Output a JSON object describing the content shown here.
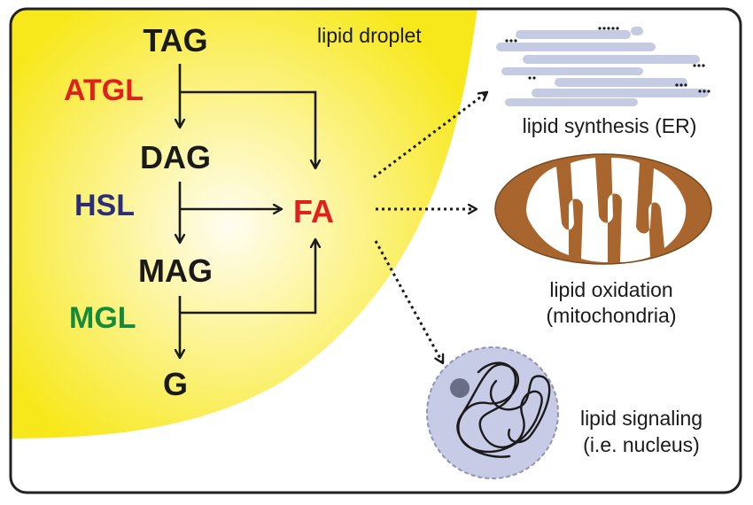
{
  "droplet": {
    "label": "lipid droplet"
  },
  "metabolites": {
    "tag": "TAG",
    "dag": "DAG",
    "mag": "MAG",
    "g": "G",
    "fa": "FA"
  },
  "enzymes": {
    "atgl": "ATGL",
    "hsl": "HSL",
    "mgl": "MGL"
  },
  "fates": {
    "synthesis": {
      "line1": "lipid synthesis (ER)"
    },
    "oxidation": {
      "line1": "lipid oxidation",
      "line2": "(mitochondria)"
    },
    "signaling": {
      "line1": "lipid signaling",
      "line2": "(i.e. nucleus)"
    }
  },
  "colors": {
    "droplet_center": "#fffbe0",
    "droplet_edge": "#f7e81c",
    "atgl": "#e0201e",
    "hsl": "#2b2d7a",
    "mgl": "#148a3c",
    "fa": "#e0201e",
    "er": "#c4cbe3",
    "mito_outer": "#a8662e",
    "nucleus": "#c7cbe6",
    "frame": "#222222"
  }
}
